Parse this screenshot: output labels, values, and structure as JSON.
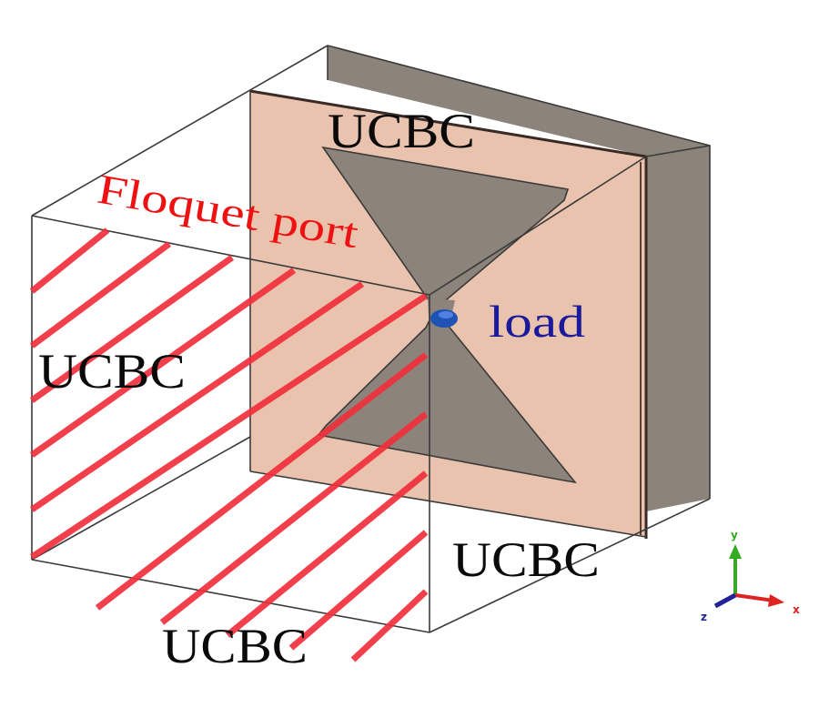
{
  "figure": {
    "labels": {
      "top_boundary": "UCBC",
      "left_boundary": "UCBC",
      "right_boundary": "UCBC",
      "bottom_boundary": "UCBC",
      "port": "Floquet port",
      "load": "load"
    },
    "axes": {
      "x": "x",
      "y": "y",
      "z": "z"
    },
    "colors": {
      "port_stripes": "#f0303c",
      "substrate": "#e9c3ae",
      "metal_and_ground": "#8c847b",
      "load_marker": "#1f52b5",
      "port_text": "#ee1111",
      "load_text": "#1a1a9a",
      "axis_x": "#dd2222",
      "axis_y": "#33aa22",
      "axis_z": "#222299"
    }
  }
}
